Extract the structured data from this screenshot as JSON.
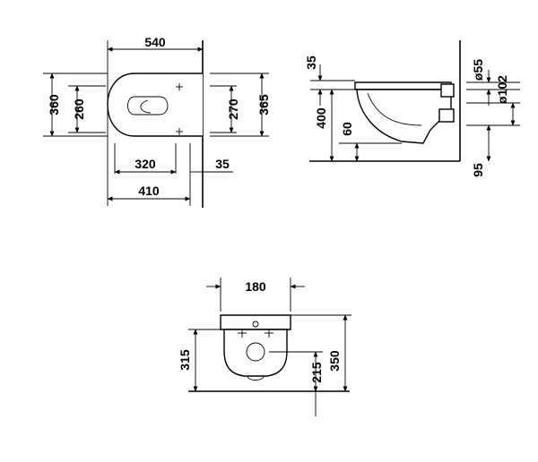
{
  "top_view": {
    "dims": {
      "width_540": "540",
      "width_320": "320",
      "width_410": "410",
      "height_360": "360",
      "height_260": "260",
      "height_270": "270",
      "height_365": "365",
      "gap_35": "35"
    }
  },
  "side_view": {
    "dims": {
      "top_35": "35",
      "height_400": "400",
      "height_60": "60",
      "bottom_95": "95",
      "dia_55": "ø55",
      "dia_102": "ø102"
    }
  },
  "front_view": {
    "dims": {
      "width_180": "180",
      "height_315": "315",
      "height_215": "215",
      "height_350": "350"
    }
  }
}
